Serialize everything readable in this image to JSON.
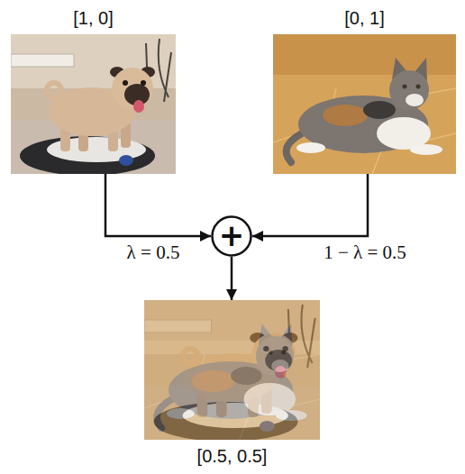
{
  "diagram": {
    "nodes": [
      {
        "text": [
          "[1, 0]"
        ]
      },
      {
        "text": [
          "[0, 1]"
        ]
      },
      {
        "text": [
          "+"
        ]
      },
      {
        "text": [
          "[0.5, 0.5]"
        ]
      }
    ],
    "edges": [
      {
        "from": 0,
        "to": 2,
        "arrow": "to",
        "label": "λ = 0.5"
      },
      {
        "from": 1,
        "to": 2,
        "arrow": "to",
        "label": "1 − λ = 0.5"
      },
      {
        "from": 2,
        "to": 3,
        "arrow": "to"
      }
    ]
  }
}
